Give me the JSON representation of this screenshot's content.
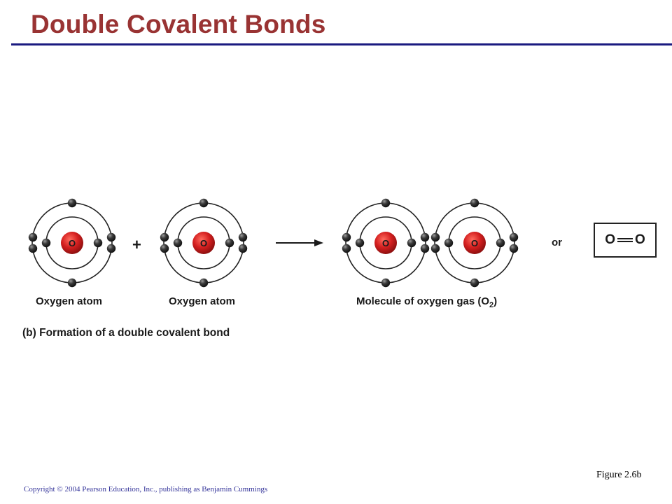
{
  "slide": {
    "title": "Double Covalent Bonds",
    "figure_ref": "Figure 2.6b",
    "copyright": "Copyright © 2004 Pearson Education, Inc., publishing as Benjamin Cummings"
  },
  "diagram": {
    "caption": "(b) Formation of a double covalent bond",
    "atom_symbol": "O",
    "labels": {
      "atom1": "Oxygen atom",
      "atom2": "Oxygen atom",
      "molecule_prefix": "Molecule of oxygen gas (O",
      "molecule_sub": "2",
      "molecule_suffix": ")"
    },
    "plus": "+",
    "or": "or",
    "formula": {
      "left": "O",
      "right": "O"
    },
    "colors": {
      "nucleus": "#d41f1f",
      "electron": "#2b2b2b",
      "title": "#993333",
      "rule": "#1a1a80"
    }
  }
}
